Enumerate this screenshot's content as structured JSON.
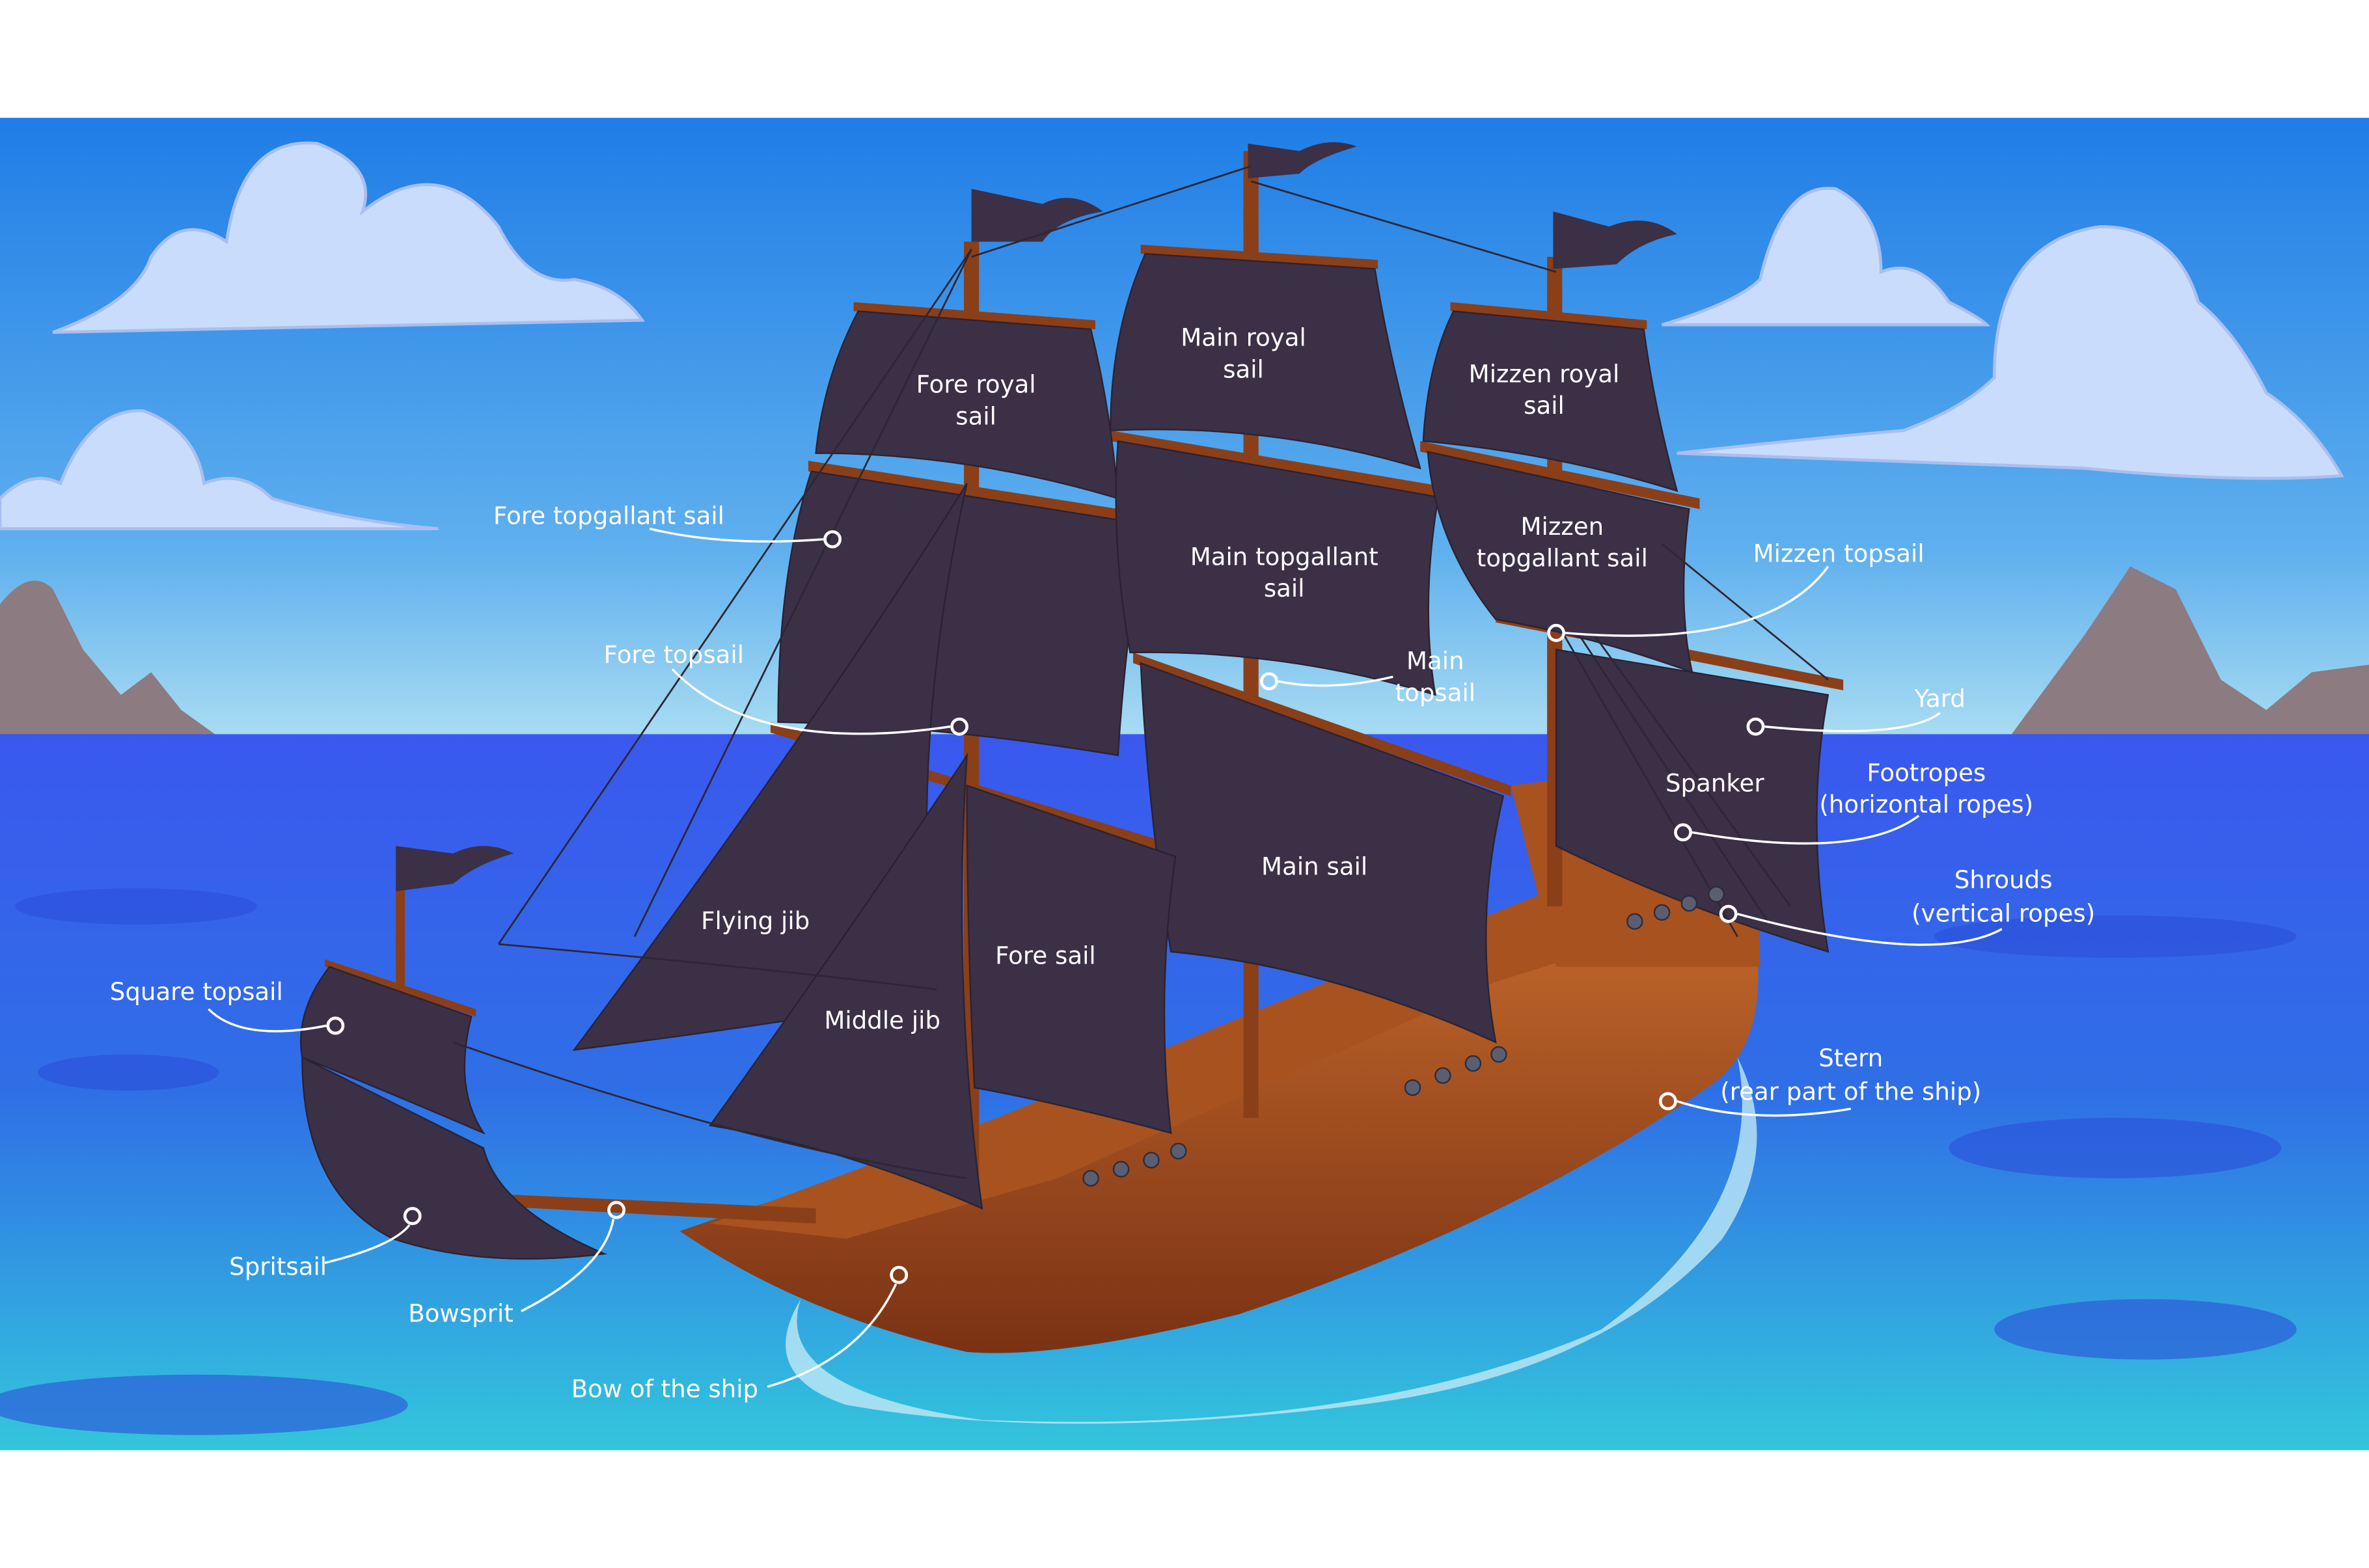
{
  "labels": {
    "fore_royal_sail": [
      "Fore royal",
      "sail"
    ],
    "main_royal_sail": [
      "Main royal",
      "sail"
    ],
    "mizzen_royal_sail": [
      "Mizzen royal",
      "sail"
    ],
    "fore_topgallant_sail": "Fore topgallant sail",
    "main_topgallant_sail": [
      "Main topgallant",
      "sail"
    ],
    "mizzen_topgallant_sail": [
      "Mizzen",
      "topgallant sail"
    ],
    "mizzen_topsail": "Mizzen topsail",
    "fore_topsail": "Fore topsail",
    "main_topsail": [
      "Main",
      "topsail"
    ],
    "yard": "Yard",
    "spanker": "Spanker",
    "footropes": [
      "Footropes",
      "(horizontal ropes)"
    ],
    "shrouds": [
      "Shrouds",
      "(vertical ropes)"
    ],
    "flying_jib": "Flying jib",
    "main_sail": "Main sail",
    "fore_sail": "Fore sail",
    "square_topsail": "Square topsail",
    "middle_jib": "Middle jib",
    "stern": [
      "Stern",
      "(rear part of the ship)"
    ],
    "spritsail": "Spritsail",
    "bowsprit": "Bowsprit",
    "bow": "Bow of the ship"
  },
  "colors": {
    "sail": "#3b3046",
    "hull": "#a8521f",
    "sky_top": "#1f7de6",
    "sea": "#2e5cf0"
  }
}
